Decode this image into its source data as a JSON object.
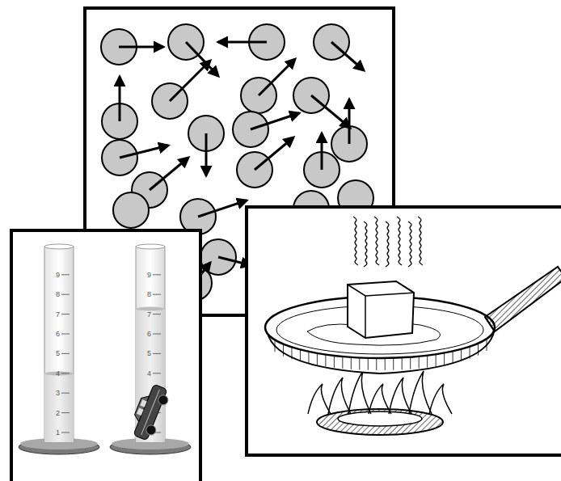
{
  "diagram": {
    "labels": [
      "9",
      "8",
      "7",
      "6",
      "5",
      "4",
      "3",
      "2",
      "1",
      "9",
      "8",
      "7",
      "6",
      "5",
      "4"
    ]
  }
}
